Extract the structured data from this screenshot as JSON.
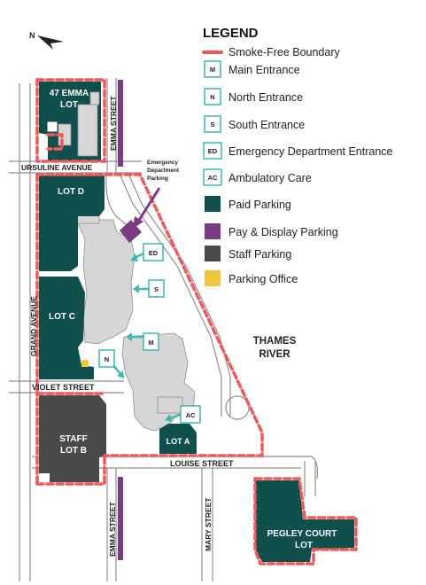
{
  "colors": {
    "paid_parking": "#0f4f4c",
    "pay_display": "#7b3a84",
    "staff_parking": "#4a4a4a",
    "parking_office": "#f3c538",
    "boundary": "#ee5a5a",
    "entrance": "#3bb9b3",
    "building": "#d6d6d6",
    "road": "#8f8f8f"
  },
  "legend": {
    "title": "LEGEND",
    "items": [
      {
        "key": "boundary",
        "label": "Smoke-Free Boundary"
      },
      {
        "key": "main",
        "code": "M",
        "label": "Main Entrance"
      },
      {
        "key": "north",
        "code": "N",
        "label": "North Entrance"
      },
      {
        "key": "south",
        "code": "S",
        "label": "South Entrance"
      },
      {
        "key": "ed",
        "code": "ED",
        "label": "Emergency Department Entrance"
      },
      {
        "key": "ac",
        "code": "AC",
        "label": "Ambulatory Care"
      },
      {
        "key": "paid",
        "label": "Paid Parking"
      },
      {
        "key": "paydisplay",
        "label": "Pay & Display Parking"
      },
      {
        "key": "staff",
        "label": "Staff Parking"
      },
      {
        "key": "office",
        "label": "Parking Office"
      }
    ]
  },
  "map": {
    "north_label": "N",
    "lots": {
      "emma47_line1": "47 EMMA",
      "emma47_line2": "LOT",
      "lot_d": "LOT D",
      "lot_c": "LOT C",
      "staff_line1": "STAFF",
      "staff_line2": "LOT B",
      "lot_a": "LOT A",
      "pegley_line1": "PEGLEY COURT",
      "pegley_line2": "LOT"
    },
    "streets": {
      "emma_top": "EMMA STREET",
      "ursuline": "URSULINE AVENUE",
      "grand": "GRAND AVENUE",
      "violet": "VIOLET STREET",
      "louise": "LOUISE STREET",
      "emma_bottom": "EMMA STREET",
      "mary": "MARY STREET"
    },
    "ed_parking": [
      "Emergency",
      "Department",
      "Parking"
    ],
    "river": [
      "THAMES",
      "RIVER"
    ],
    "entrances": {
      "ed": "ED",
      "s": "S",
      "m": "M",
      "n": "N",
      "ac": "AC"
    }
  }
}
